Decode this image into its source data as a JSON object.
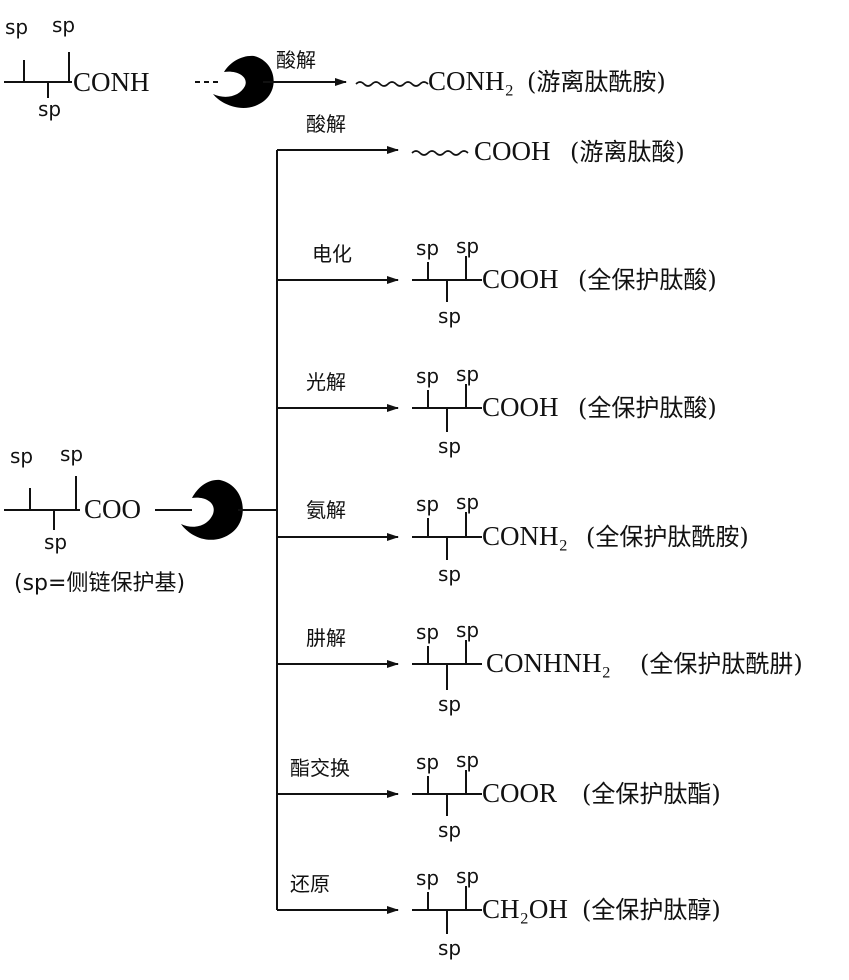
{
  "sp": "sp",
  "top": {
    "group": "CONH",
    "reagent": "酸解",
    "product": "CONH₂",
    "product_name": "(游离肽酰胺)"
  },
  "left": {
    "group": "COO",
    "note": "(sp=侧链保护基)"
  },
  "branches": [
    {
      "reagent": "酸解",
      "product": "COOH",
      "product_name": "(游离肽酸)"
    },
    {
      "reagent": "电化",
      "product": "COOH",
      "product_name": "(全保护肽酸)"
    },
    {
      "reagent": "光解",
      "product": "COOH",
      "product_name": "(全保护肽酸)"
    },
    {
      "reagent": "氨解",
      "product": "CONH₂",
      "product_name": "(全保护肽酰胺)"
    },
    {
      "reagent": "肼解",
      "product": "CONHNH₂",
      "product_name": "(全保护肽酰肼)"
    },
    {
      "reagent": "酯交换",
      "product": "COOR",
      "product_name": "(全保护肽酯)"
    },
    {
      "reagent": "还原",
      "product": "CH₂OH",
      "product_name": "(全保护肽醇)"
    }
  ],
  "colors": {
    "ink": "#111111",
    "resin": "#000000"
  }
}
